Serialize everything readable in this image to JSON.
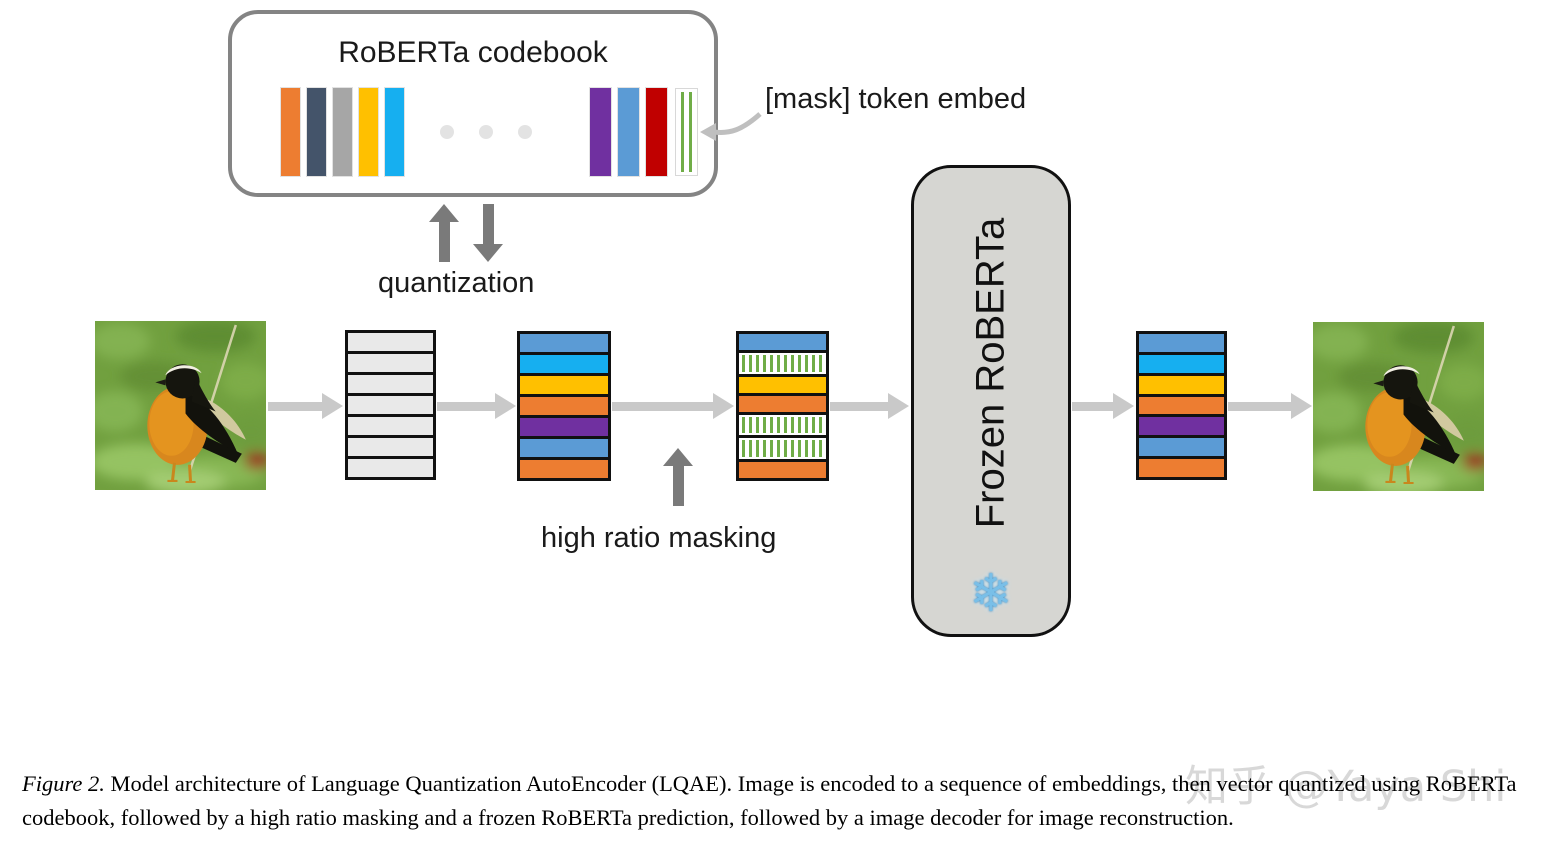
{
  "codebook": {
    "title": "RoBERTa codebook",
    "left_bars": [
      "#ED7D31",
      "#44546A",
      "#A6A6A6",
      "#FFC000",
      "#16AFF0"
    ],
    "ellipsis_dot_count": 3,
    "right_bars": [
      "#7030A0",
      "#5B9BD5",
      "#C00000"
    ],
    "mask_bar_color": "#70AD47"
  },
  "labels": {
    "mask_token": "[mask] token embed",
    "quantization": "quantization",
    "high_ratio_masking": "high ratio masking",
    "frozen_roberta": "Frozen RoBERTa",
    "snowflake_icon": "❄"
  },
  "stacks": [
    {
      "id": "embeddings",
      "rows": [
        "#E9E9E9",
        "#E9E9E9",
        "#E9E9E9",
        "#E9E9E9",
        "#E9E9E9",
        "#E9E9E9",
        "#E9E9E9"
      ]
    },
    {
      "id": "quantized",
      "rows": [
        "#5B9BD5",
        "#16AFF0",
        "#FFC000",
        "#ED7D31",
        "#7030A0",
        "#5B9BD5",
        "#ED7D31"
      ]
    },
    {
      "id": "masked",
      "rows": [
        "#5B9BD5",
        "mask",
        "#FFC000",
        "#ED7D31",
        "mask",
        "mask",
        "#ED7D31"
      ]
    },
    {
      "id": "predicted",
      "rows": [
        "#5B9BD5",
        "#16AFF0",
        "#FFC000",
        "#ED7D31",
        "#7030A0",
        "#5B9BD5",
        "#ED7D31"
      ]
    }
  ],
  "caption": {
    "label": "Figure 2.",
    "body": "Model architecture of Language Quantization AutoEncoder (LQAE). Image is encoded to a sequence of embeddings, then vector quantized using RoBERTa codebook, followed by a high ratio masking and a frozen RoBERTa prediction, followed by a image decoder for image reconstruction."
  },
  "watermark": "知乎 @Yaya Shi",
  "colors": {
    "arrow-light": "#C9C9C9",
    "arrow-dark": "#7A7A7A",
    "mask-green": "#70AD47",
    "frozen-fill": "#D6D6D2",
    "box-border": "#848484",
    "dot-gray": "#E3E3E3"
  }
}
